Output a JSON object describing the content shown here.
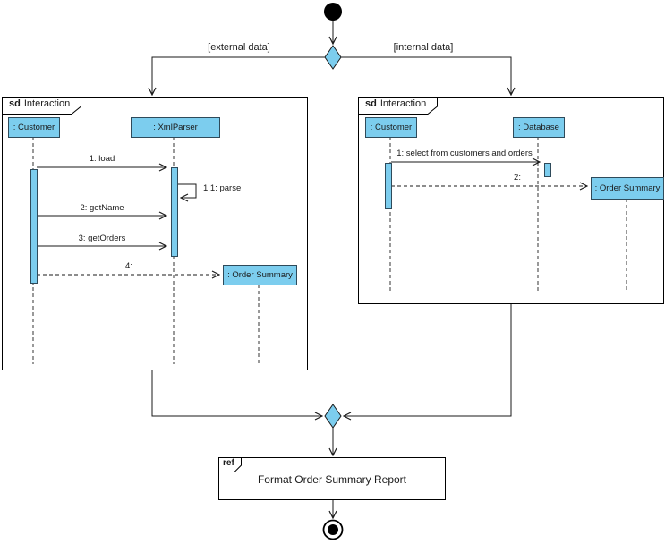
{
  "top": {
    "guard_left": "[external data]",
    "guard_right": "[internal data]"
  },
  "frames": {
    "left": {
      "tag": "sd",
      "title": "Interaction",
      "lifelines": {
        "0": ": Customer",
        "1": ": XmlParser"
      },
      "order_summary": ": Order Summary",
      "messages": {
        "0": "1: load",
        "1": "1.1: parse",
        "2": "2: getName",
        "3": "3: getOrders",
        "4": "4:"
      }
    },
    "right": {
      "tag": "sd",
      "title": "Interaction",
      "lifelines": {
        "0": ": Customer",
        "1": ": Database"
      },
      "order_summary": ": Order Summary",
      "messages": {
        "0": "1: select from customers and orders",
        "1": "2:"
      }
    },
    "ref": {
      "tag": "ref",
      "title": "Format Order Summary Report"
    }
  },
  "colors": {
    "node_fill": "#7CCDEE",
    "line": "#1a1a1a"
  }
}
